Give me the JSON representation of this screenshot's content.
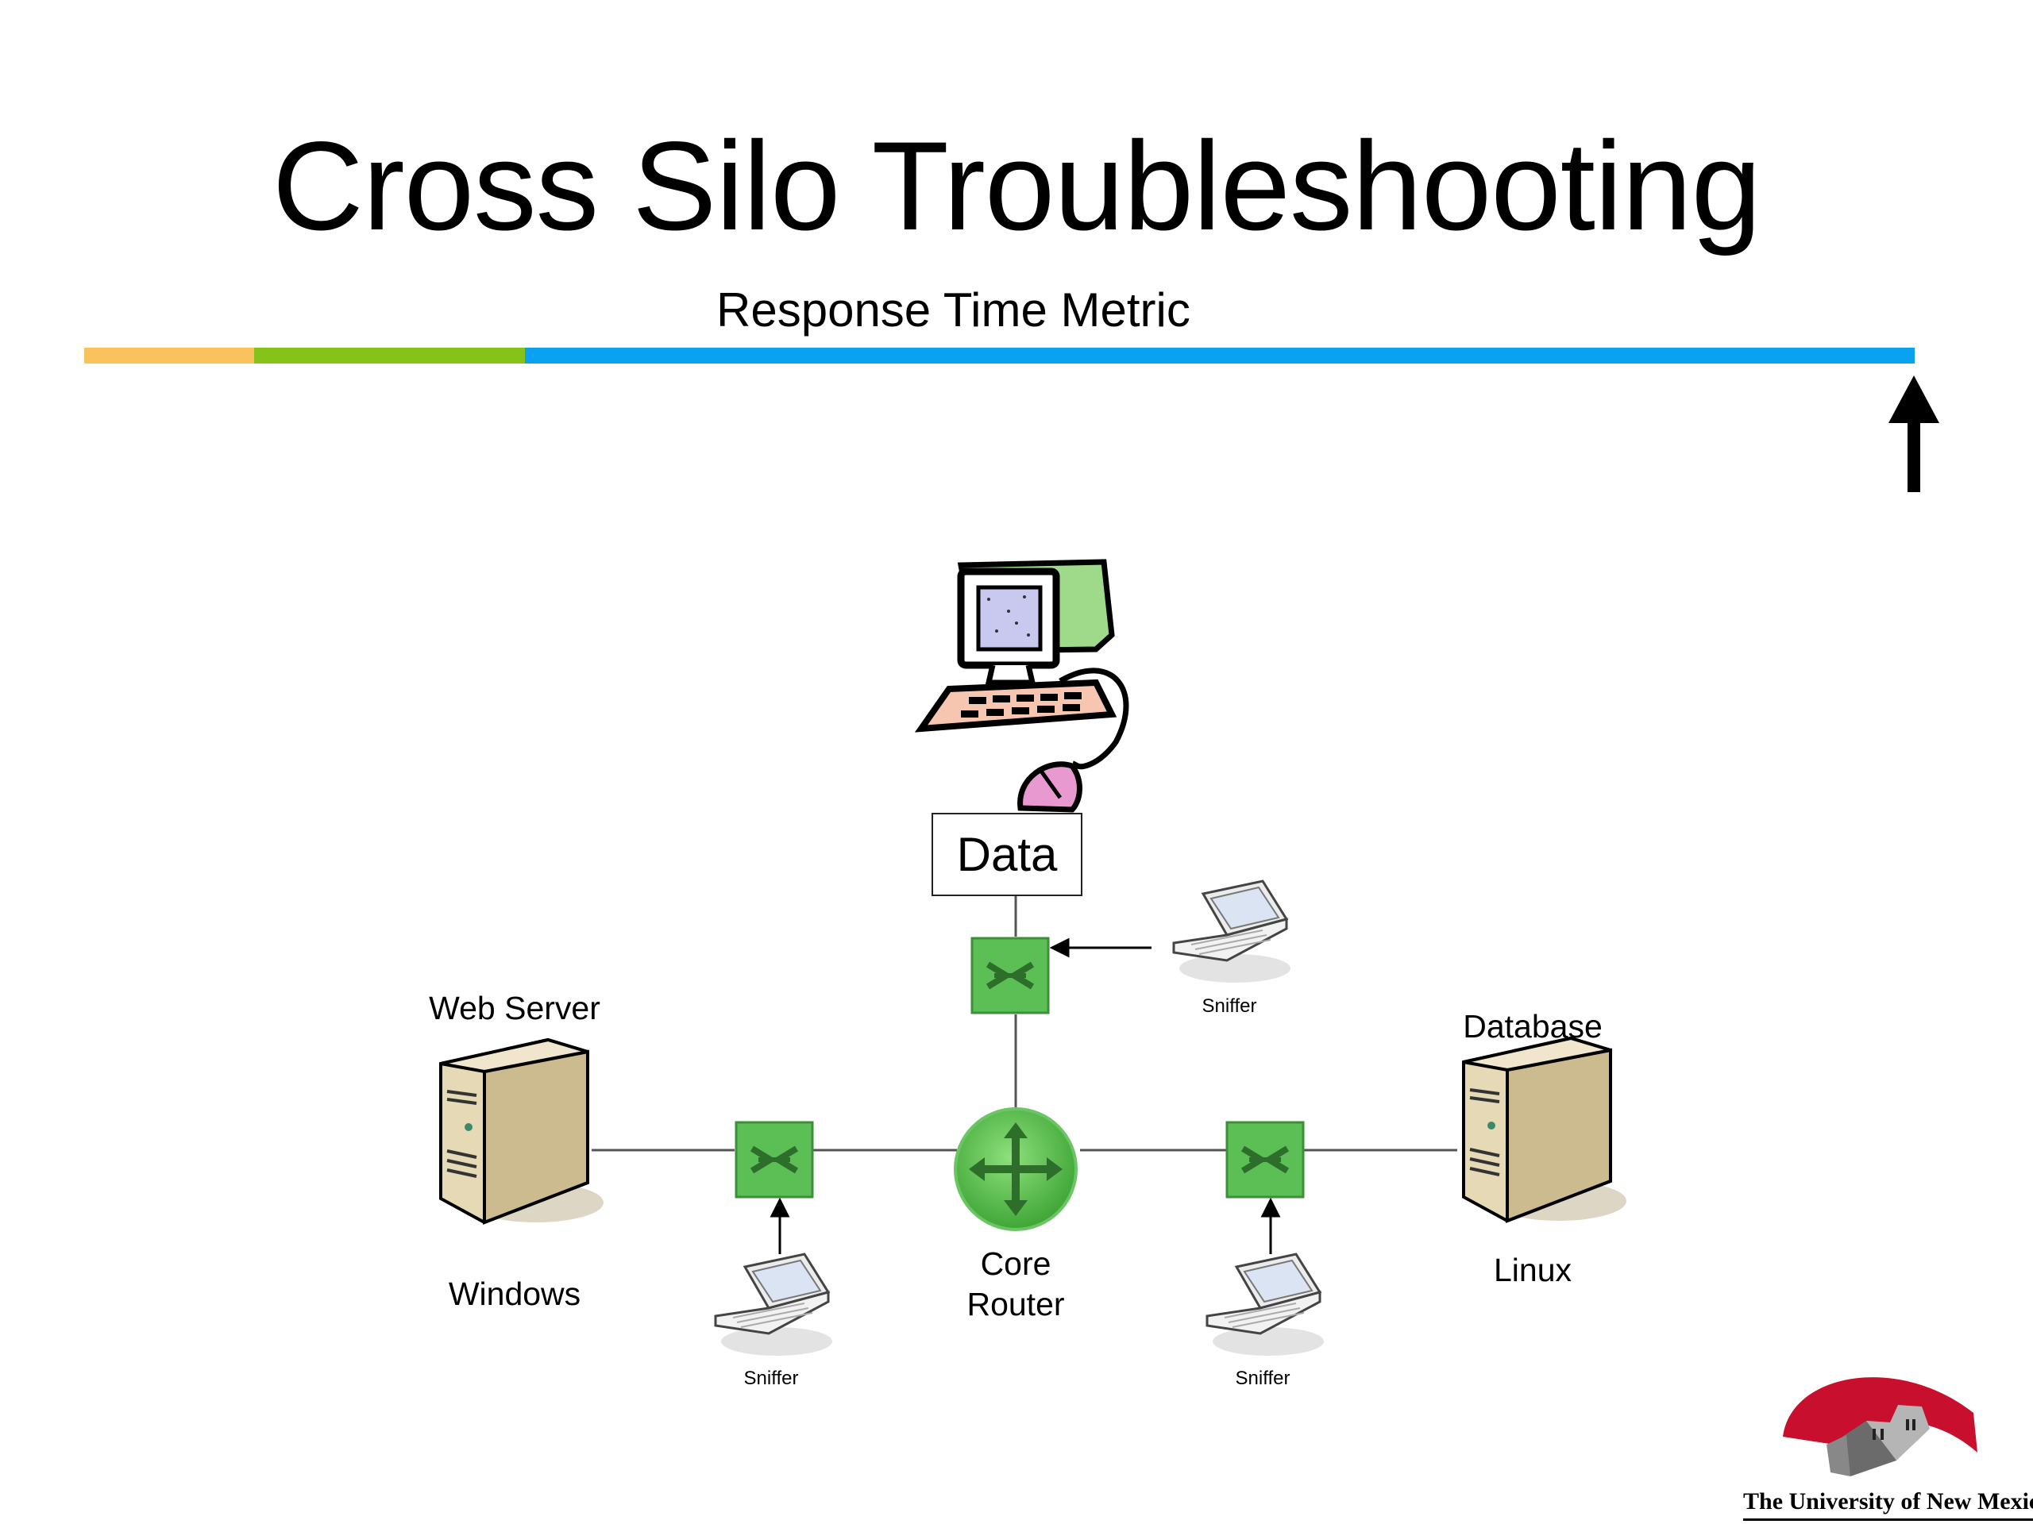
{
  "slide": {
    "title": "Cross Silo Troubleshooting",
    "subtitle": "Response Time Metric"
  },
  "timeline": {
    "segments": [
      {
        "color": "#f9c25c",
        "fraction": 0.093
      },
      {
        "color": "#85c21a",
        "fraction": 0.148
      },
      {
        "color": "#0aa2f0",
        "fraction": 0.759
      }
    ],
    "arrow_color": "#000000"
  },
  "diagram": {
    "data_box_label": "Data",
    "web_server": {
      "title": "Web Server",
      "os": "Windows"
    },
    "database": {
      "title": "Database",
      "os": "Linux"
    },
    "core_router": {
      "line1": "Core",
      "line2": "Router"
    },
    "sniffer_label": "Sniffer",
    "switch_color": "#5cbf55",
    "router_color": "#49b63f",
    "line_color": "#555555"
  },
  "logo": {
    "text": "The University of New Mexico",
    "color": "#c8102e"
  }
}
